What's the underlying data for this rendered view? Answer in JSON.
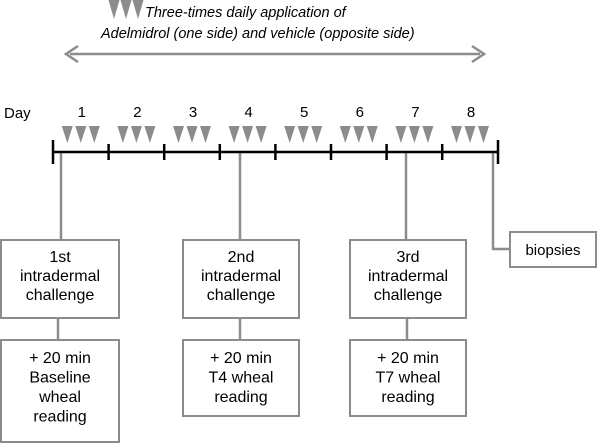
{
  "legend": {
    "line1": "Three-times daily application of",
    "line2": "Adelmidrol (one side) and vehicle (opposite side)"
  },
  "timeline": {
    "day_label": "Day",
    "days": [
      "1",
      "2",
      "3",
      "4",
      "5",
      "6",
      "7",
      "8"
    ],
    "applications_per_day": 3
  },
  "challenges": [
    {
      "day": 1,
      "challenge_lines": [
        "1st",
        "intradermal",
        "challenge"
      ],
      "reading_lines": [
        "+ 20 min",
        "Baseline",
        "wheal",
        "reading"
      ]
    },
    {
      "day": 4,
      "challenge_lines": [
        "2nd",
        "intradermal",
        "challenge"
      ],
      "reading_lines": [
        "+ 20 min",
        "T4 wheal",
        "reading"
      ]
    },
    {
      "day": 7,
      "challenge_lines": [
        "3rd",
        "intradermal",
        "challenge"
      ],
      "reading_lines": [
        "+ 20 min",
        "T7 wheal",
        "reading"
      ]
    }
  ],
  "biopsies": {
    "label": "biopsies"
  },
  "colors": {
    "triangle": "#8c8c8c",
    "connector": "#8c8c8c",
    "box_border": "#8c8c8c",
    "timeline": "#000000"
  }
}
